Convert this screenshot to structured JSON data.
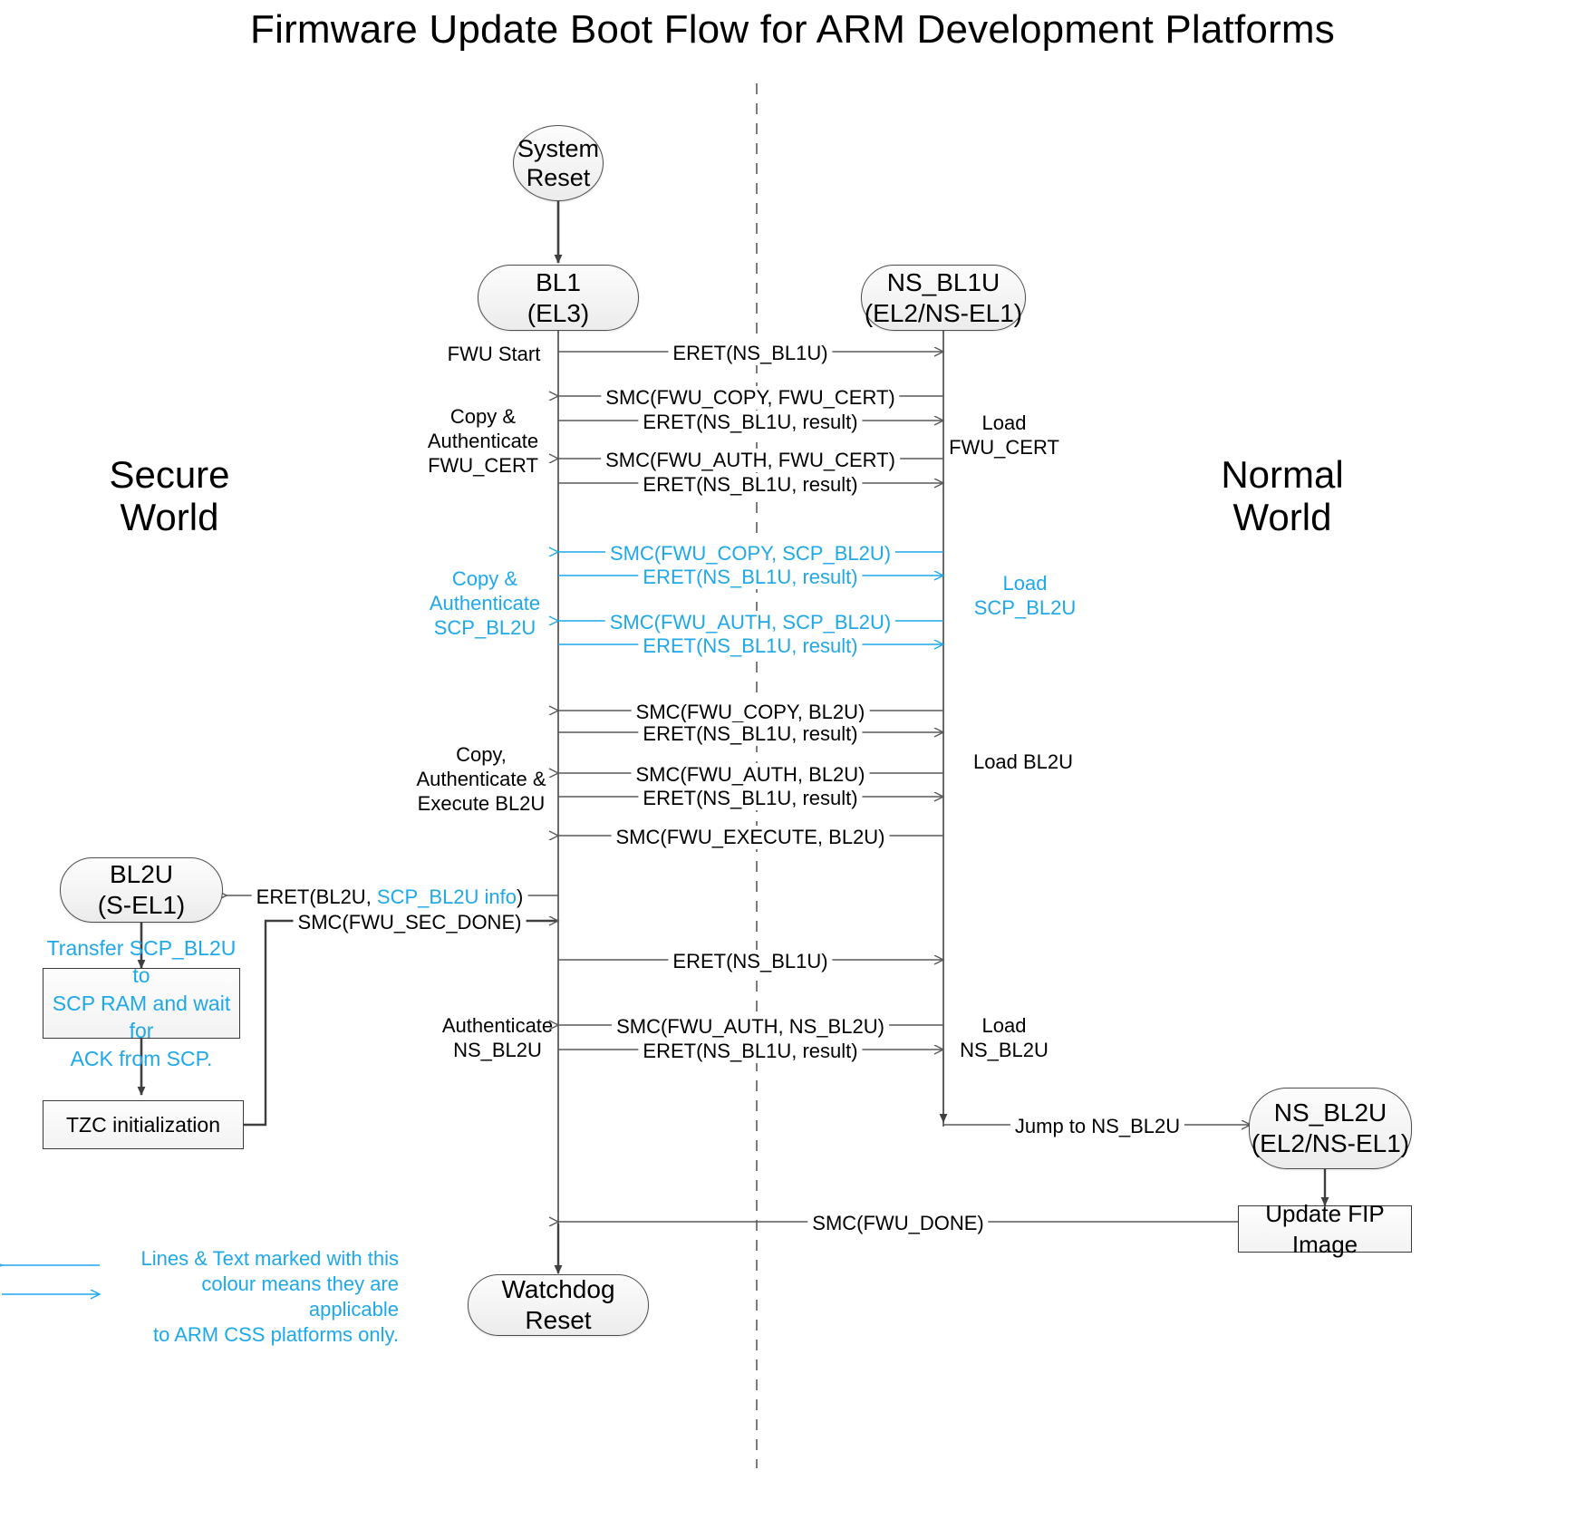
{
  "title": "Firmware Update Boot Flow for ARM Development Platforms",
  "worlds": {
    "secure": "Secure\nWorld",
    "normal": "Normal\nWorld"
  },
  "colors": {
    "css_accent": "#1fa8e8",
    "line": "#595959",
    "node_border": "#4d4d4d",
    "text": "#000000",
    "divider": "#5a5a5a"
  },
  "nodes": {
    "system_reset": "System\nReset",
    "bl1": "BL1\n(EL3)",
    "ns_bl1u": "NS_BL1U\n(EL2/NS-EL1)",
    "bl2u": "BL2U\n(S-EL1)",
    "ns_bl2u": "NS_BL2U\n(EL2/NS-EL1)",
    "watchdog_reset": "Watchdog Reset",
    "transfer_scp": "Transfer SCP_BL2U to\nSCP RAM and wait for\nACK from SCP.",
    "tzc_init": "TZC initialization",
    "update_fip": "Update FIP Image"
  },
  "messages": [
    {
      "id": "m1",
      "label": "ERET(NS_BL1U)",
      "dir": "right",
      "css": false
    },
    {
      "id": "m2",
      "label": "SMC(FWU_COPY, FWU_CERT)",
      "dir": "left",
      "css": false
    },
    {
      "id": "m3",
      "label": "ERET(NS_BL1U, result)",
      "dir": "right",
      "css": false
    },
    {
      "id": "m4",
      "label": "SMC(FWU_AUTH, FWU_CERT)",
      "dir": "left",
      "css": false
    },
    {
      "id": "m5",
      "label": "ERET(NS_BL1U, result)",
      "dir": "right",
      "css": false
    },
    {
      "id": "m6",
      "label": "SMC(FWU_COPY, SCP_BL2U)",
      "dir": "left",
      "css": true
    },
    {
      "id": "m7",
      "label": "ERET(NS_BL1U, result)",
      "dir": "right",
      "css": true
    },
    {
      "id": "m8",
      "label": "SMC(FWU_AUTH, SCP_BL2U)",
      "dir": "left",
      "css": true
    },
    {
      "id": "m9",
      "label": "ERET(NS_BL1U, result)",
      "dir": "right",
      "css": true
    },
    {
      "id": "m10",
      "label": "SMC(FWU_COPY, BL2U)",
      "dir": "left",
      "css": false
    },
    {
      "id": "m11",
      "label": "ERET(NS_BL1U, result)",
      "dir": "right",
      "css": false
    },
    {
      "id": "m12",
      "label": "SMC(FWU_AUTH, BL2U)",
      "dir": "left",
      "css": false
    },
    {
      "id": "m13",
      "label": "ERET(NS_BL1U, result)",
      "dir": "right",
      "css": false
    },
    {
      "id": "m14",
      "label": "SMC(FWU_EXECUTE, BL2U)",
      "dir": "left",
      "css": false
    },
    {
      "id": "m15",
      "label": "SMC(FWU_SEC_DONE)",
      "dir": "right",
      "css": false
    },
    {
      "id": "m16",
      "label": "ERET(NS_BL1U)",
      "dir": "right",
      "css": false
    },
    {
      "id": "m17",
      "label": "SMC(FWU_AUTH, NS_BL2U)",
      "dir": "left",
      "css": false
    },
    {
      "id": "m18",
      "label": "ERET(NS_BL1U, result)",
      "dir": "right",
      "css": false
    },
    {
      "id": "m19",
      "label": "Jump to NS_BL2U",
      "dir": "right",
      "css": false
    },
    {
      "id": "m20",
      "label": "SMC(FWU_DONE)",
      "dir": "left",
      "css": false
    }
  ],
  "eret_bl2u": {
    "prefix": "ERET(BL2U, ",
    "highlight": "SCP_BL2U info",
    "suffix": ")"
  },
  "left_notes": [
    {
      "id": "n1",
      "text": "FWU Start",
      "css": false
    },
    {
      "id": "n2",
      "text": "Copy &\nAuthenticate\nFWU_CERT",
      "css": false
    },
    {
      "id": "n3",
      "text": "Copy &\nAuthenticate\nSCP_BL2U",
      "css": true
    },
    {
      "id": "n4",
      "text": "Copy,\nAuthenticate &\nExecute BL2U",
      "css": false
    },
    {
      "id": "n5",
      "text": "Authenticate\nNS_BL2U",
      "css": false
    }
  ],
  "right_notes": [
    {
      "id": "r1",
      "text": "Load\nFWU_CERT",
      "css": false
    },
    {
      "id": "r2",
      "text": "Load\nSCP_BL2U",
      "css": true
    },
    {
      "id": "r3",
      "text": "Load BL2U",
      "css": false
    },
    {
      "id": "r4",
      "text": "Load\nNS_BL2U",
      "css": false
    }
  ],
  "legend": {
    "text": "Lines & Text marked with this\ncolour means they are applicable\nto ARM CSS platforms only."
  }
}
